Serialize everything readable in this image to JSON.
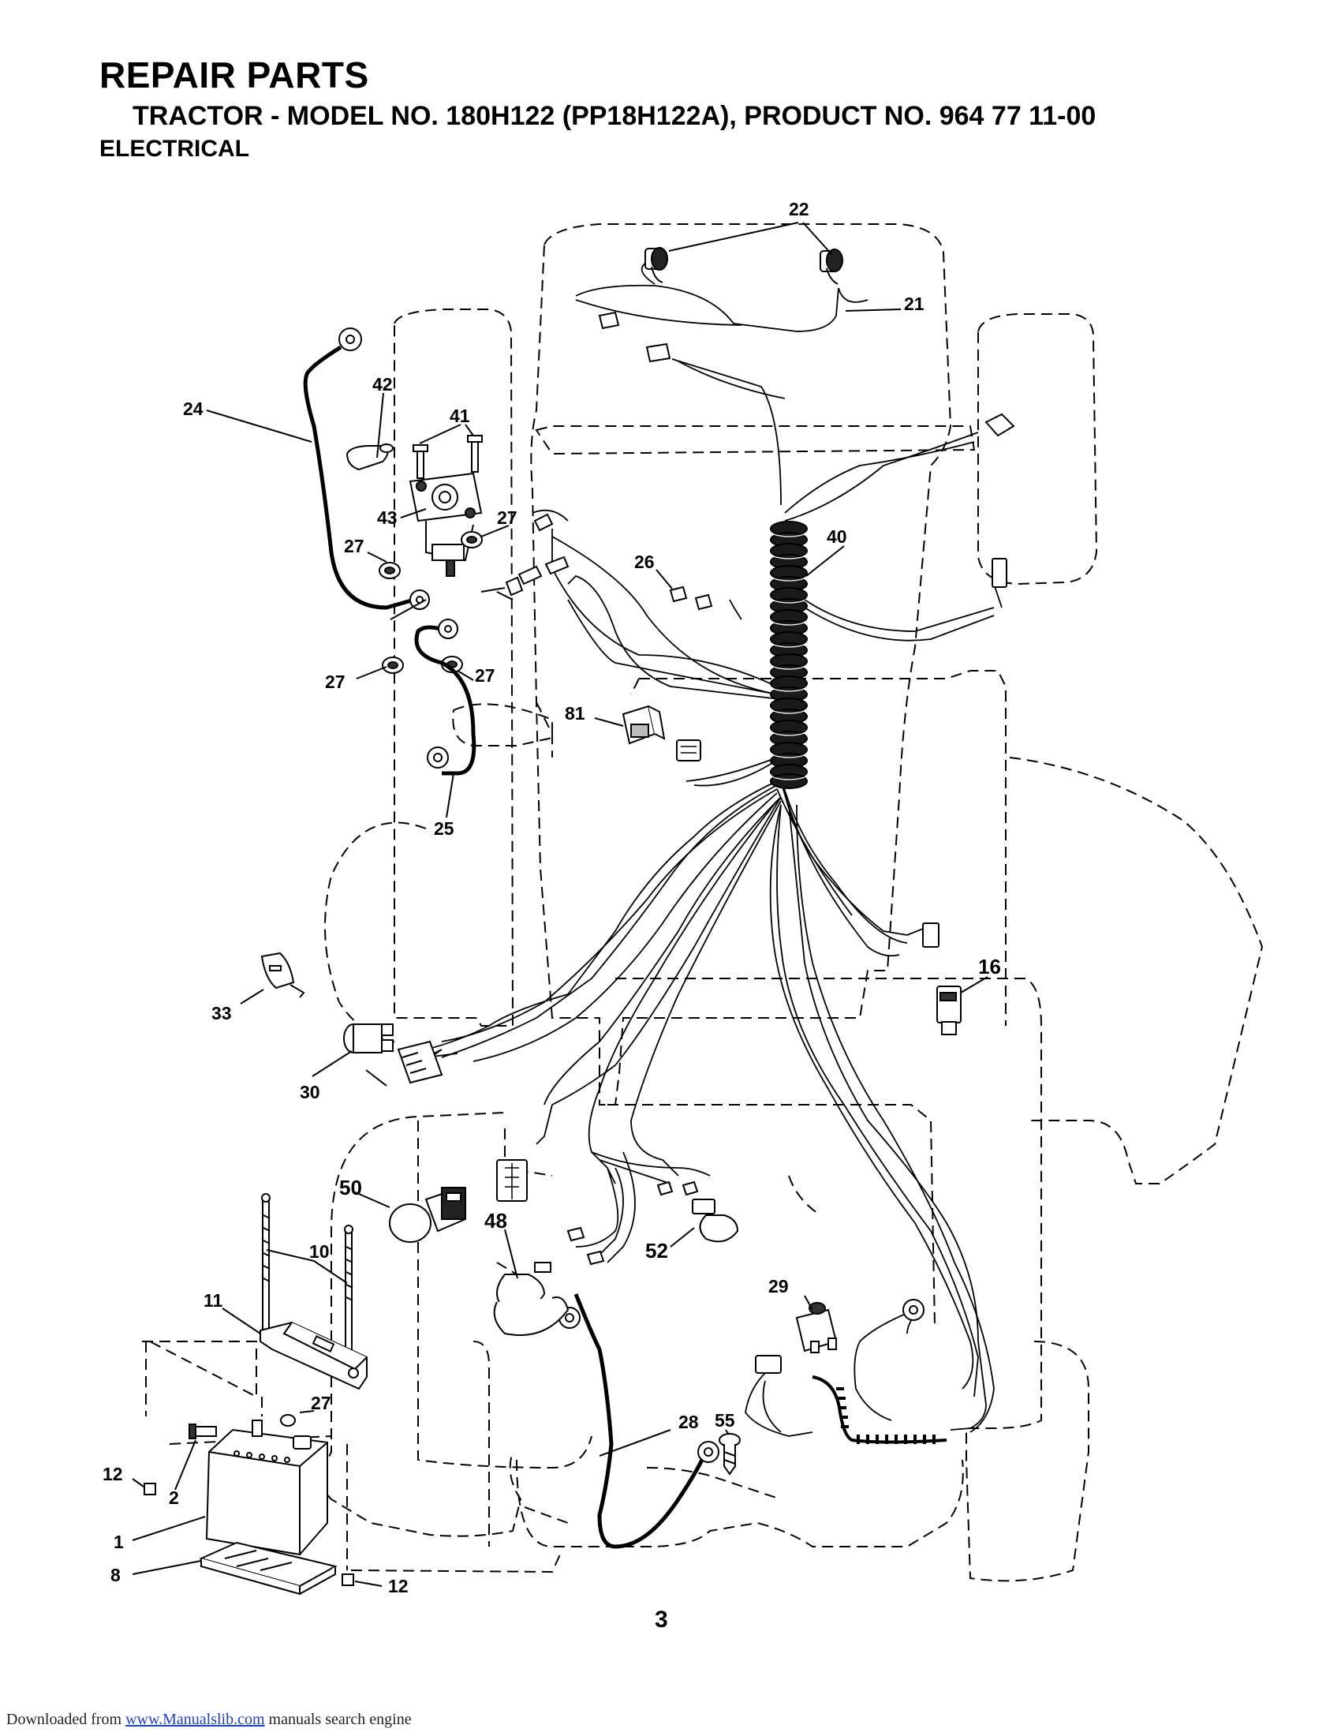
{
  "header": {
    "title": "REPAIR PARTS",
    "model_line": "TRACTOR - MODEL NO. 180H122 (PP18H122A), PRODUCT NO. 964 77 11-00",
    "section": "ELECTRICAL"
  },
  "callouts": [
    {
      "id": "c22",
      "label": "22"
    },
    {
      "id": "c21",
      "label": "21"
    },
    {
      "id": "c42",
      "label": "42"
    },
    {
      "id": "c41",
      "label": "41"
    },
    {
      "id": "c24",
      "label": "24"
    },
    {
      "id": "c43",
      "label": "43"
    },
    {
      "id": "c27a",
      "label": "27"
    },
    {
      "id": "c27b",
      "label": "27"
    },
    {
      "id": "c40",
      "label": "40"
    },
    {
      "id": "c26",
      "label": "26"
    },
    {
      "id": "c27c",
      "label": "27"
    },
    {
      "id": "c27d",
      "label": "27"
    },
    {
      "id": "c81",
      "label": "81"
    },
    {
      "id": "c25",
      "label": "25"
    },
    {
      "id": "c16",
      "label": "16"
    },
    {
      "id": "c33",
      "label": "33"
    },
    {
      "id": "c30",
      "label": "30"
    },
    {
      "id": "c50",
      "label": "50"
    },
    {
      "id": "c48",
      "label": "48"
    },
    {
      "id": "c52",
      "label": "52"
    },
    {
      "id": "c10",
      "label": "10"
    },
    {
      "id": "c11",
      "label": "11"
    },
    {
      "id": "c29",
      "label": "29"
    },
    {
      "id": "c27e",
      "label": "27"
    },
    {
      "id": "c55",
      "label": "55"
    },
    {
      "id": "c28",
      "label": "28"
    },
    {
      "id": "c12a",
      "label": "12"
    },
    {
      "id": "c2",
      "label": "2"
    },
    {
      "id": "c1",
      "label": "1"
    },
    {
      "id": "c8",
      "label": "8"
    },
    {
      "id": "c12b",
      "label": "12"
    }
  ],
  "page_number": "3",
  "footer": {
    "prefix": "Downloaded from ",
    "link_text": "www.Manualslib.com",
    "suffix": " manuals search engine"
  }
}
